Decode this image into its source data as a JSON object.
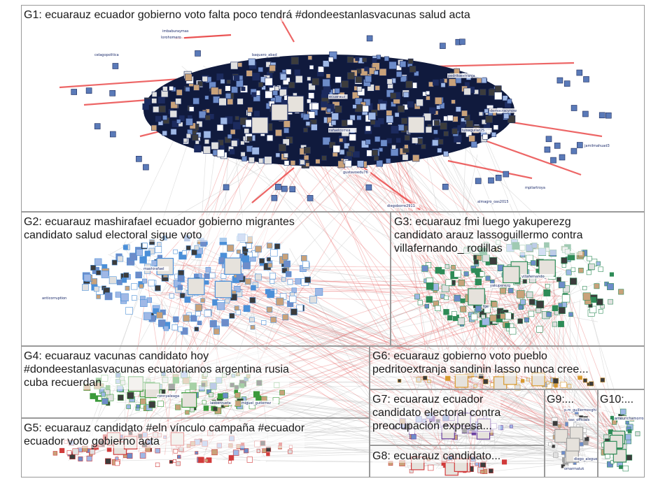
{
  "groups": [
    {
      "id": "G1",
      "label": "G1: ecuarauz ecuador gobierno voto falta poco tendrá #dondeestanlasvacunas salud acta"
    },
    {
      "id": "G2",
      "label": "G2: ecuarauz mashirafael ecuador gobierno migrantes\ncandidato salud electoral sigue voto"
    },
    {
      "id": "G3",
      "label": "G3: ecuarauz fmi luego yakuperezg\ncandidato arauz lassoguillermo contra\nvillafernando_ rodillas"
    },
    {
      "id": "G4",
      "label": "G4: ecuarauz vacunas candidato hoy\n#dondeestanlasvacunas ecuatorianos argentina rusia\ncuba recuerdan"
    },
    {
      "id": "G5",
      "label": "G5: ecuarauz candidato #eln vínculo campaña #ecuador\necuador voto gobierno acta"
    },
    {
      "id": "G6",
      "label": "G6: ecuarauz gobierno voto pueblo\npedritoextranja sandinin lasso nunca cree..."
    },
    {
      "id": "G7",
      "label": "G7: ecuarauz ecuador\ncandidato electoral contra\npreocupación expresa..."
    },
    {
      "id": "G8",
      "label": "G8: ecuarauz candidato..."
    },
    {
      "id": "G9",
      "label": "G9:..."
    },
    {
      "id": "G10",
      "label": "G10:..."
    }
  ],
  "node_labels": [
    "imbaburaymas",
    "lorohomero",
    "baquero_abad",
    "ecuarauz",
    "pedritoextranja",
    "democracynow",
    "mashirafael",
    "yakuperezg",
    "villafernando_",
    "fge",
    "diegoborre2911",
    "almagro_oas2015",
    "gustavoedu76",
    "luisaguilar25",
    "miguel_gutierrez",
    "laoberzueta",
    "oas_officials",
    "p.m_guillermocghi",
    "ameurichamorro",
    "mpilartroya",
    "jamilmahuad3",
    "anticorruption",
    "celagopolitica",
    "ronnyaleaga",
    "rafaelcorrea",
    "diego_alegue",
    "omarmaluk"
  ],
  "colors": {
    "edge_internal": "#c9c9c9",
    "edge_cross": "#e8585a",
    "box_border": "#9a9a9a",
    "g1_cluster": "#1c2b5e",
    "g2_cluster": "#4b8fd8",
    "g3_cluster": "#2e8b57",
    "g4_cluster": "#3b9a3b",
    "g5_cluster": "#d13b3b",
    "g7_cluster": "#6b3fa0",
    "g9_cluster": "#a0a0a0"
  },
  "edge_accent": "#e84040"
}
